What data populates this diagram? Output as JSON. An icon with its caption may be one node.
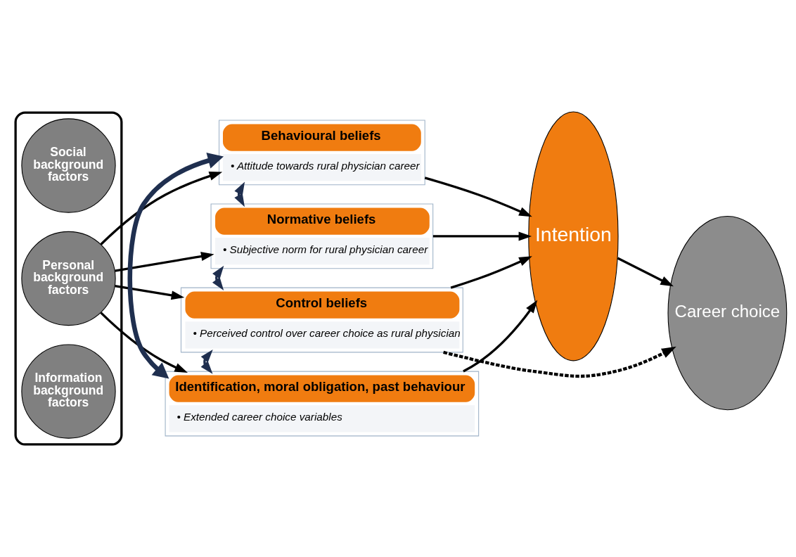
{
  "diagram": {
    "nodes": [
      {
        "text": [],
        "shape": "box"
      },
      {
        "text": [
          "Social background factors"
        ],
        "in": 0
      },
      {
        "text": [
          "Personal background factors"
        ],
        "in": 0
      },
      {
        "text": [
          "Information background factors"
        ],
        "in": 0
      },
      {
        "text": [
          "Behavioural beliefs",
          "• Attitude towards rural physician career"
        ]
      },
      {
        "text": [
          "Normative beliefs",
          "• Subjective norm for rural physician career"
        ]
      },
      {
        "text": [
          "Control beliefs",
          "• Perceived control over career choice as rural physician"
        ]
      },
      {
        "text": [
          "Identification, moral obligation, past behaviour",
          "• Extended career choice variables"
        ]
      },
      {
        "text": [
          "Intention"
        ]
      },
      {
        "text": [
          "Career choice"
        ]
      }
    ],
    "edges": [
      {
        "from": 2,
        "to": 4,
        "arrow": "to"
      },
      {
        "from": 2,
        "to": 5,
        "arrow": "to"
      },
      {
        "from": 2,
        "to": 6,
        "arrow": "to"
      },
      {
        "from": 2,
        "to": 7,
        "arrow": "to"
      },
      {
        "from": 4,
        "to": 5,
        "arrow": "both",
        "color": "#1f2f4f"
      },
      {
        "from": 5,
        "to": 6,
        "arrow": "both",
        "color": "#1f2f4f"
      },
      {
        "from": 6,
        "to": 7,
        "arrow": "both",
        "color": "#1f2f4f"
      },
      {
        "from": 4,
        "to": 7,
        "arrow": "both",
        "style": "thick",
        "color": "#1f2f4f"
      },
      {
        "from": 4,
        "to": 8,
        "arrow": "to"
      },
      {
        "from": 5,
        "to": 8,
        "arrow": "to"
      },
      {
        "from": 6,
        "to": 8,
        "arrow": "to"
      },
      {
        "from": 7,
        "to": 8,
        "arrow": "to"
      },
      {
        "from": 8,
        "to": 9,
        "arrow": "to"
      },
      {
        "from": 6,
        "to": 9,
        "arrow": "to",
        "style": "dashed"
      }
    ]
  }
}
